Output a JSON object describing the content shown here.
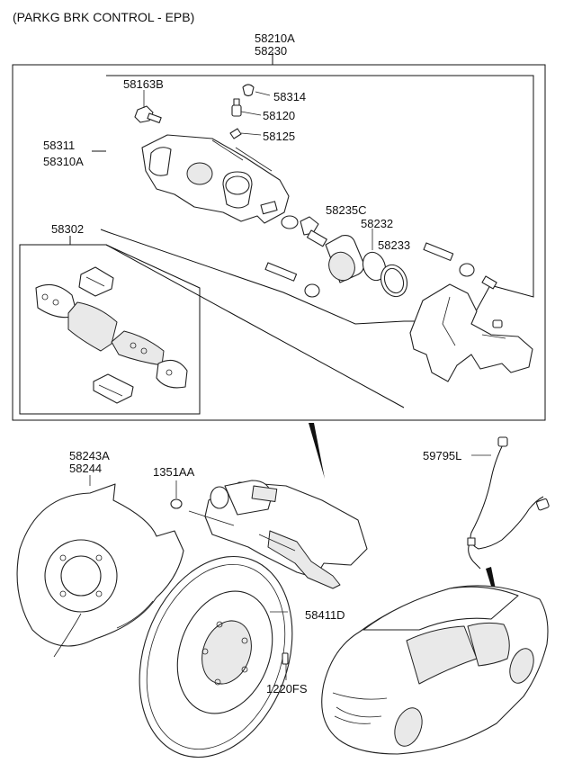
{
  "header": {
    "title": "(PARKG BRK CONTROL - EPB)"
  },
  "labels": {
    "caliper_assy_a": "58210A",
    "caliper_assy_b": "58230",
    "bleeder_bolt": "58163B",
    "bleeder_cap": "58314",
    "bleeder_screw": "58120",
    "bleeder_plug": "58125",
    "caliper_body_a": "58311",
    "caliper_body_b": "58310A",
    "piston": "58235C",
    "piston_seal": "58232",
    "piston_boot": "58233",
    "pad_kit": "58302",
    "dust_cover_a": "58243A",
    "dust_cover_b": "58244",
    "nut": "1351AA",
    "wheel_speed_sensor": "59795L",
    "brake_disc": "58411D",
    "screw": "1220FS"
  }
}
